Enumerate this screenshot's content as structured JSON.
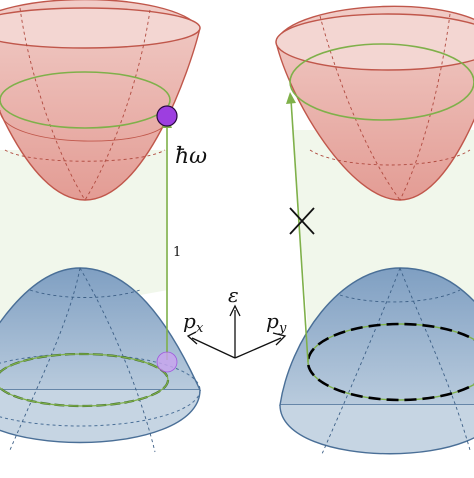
{
  "labels": {
    "photon_energy": "ħω",
    "transition_index": "1",
    "axis_energy": "ε",
    "axis_px": "p",
    "axis_px_sub": "x",
    "axis_py": "p",
    "axis_py_sub": "y",
    "forbidden_mark": "×"
  },
  "colors": {
    "conduction_fill": "#e7a7a0",
    "conduction_edge": "#c0574b",
    "valence_fill": "#98b3cf",
    "valence_edge": "#4a6f97",
    "transition_line": "#7fb04a",
    "occupied_state": "#9d3ee0",
    "empty_state": "#c9a4ef",
    "gap_fill": "#eef5e6",
    "forbidden_mark": "#111111"
  }
}
